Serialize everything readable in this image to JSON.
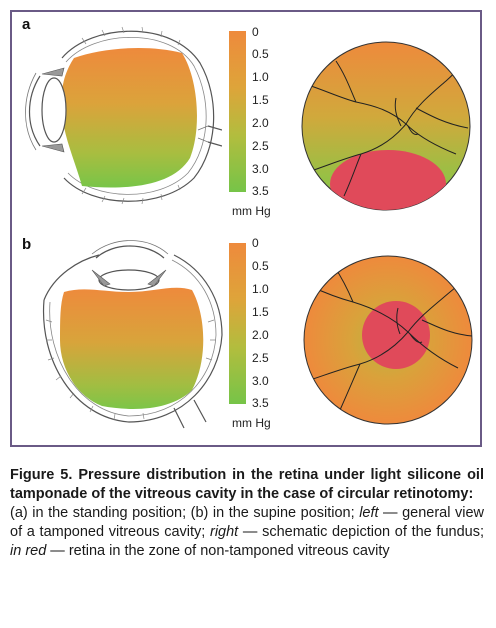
{
  "figure": {
    "panels": [
      {
        "letter": "a",
        "scale_ticks": [
          "0",
          "0.5",
          "1.0",
          "1.5",
          "2.0",
          "2.5",
          "3.0",
          "3.5"
        ],
        "unit": "mm Hg"
      },
      {
        "letter": "b",
        "scale_ticks": [
          "0",
          "0.5",
          "1.0",
          "1.5",
          "2.0",
          "2.5",
          "3.0",
          "3.5"
        ],
        "unit": "mm Hg"
      }
    ],
    "colors": {
      "high_pressure": "#ee8a3c",
      "low_pressure": "#76c448",
      "non_tamponed_zone": "#e04a5a",
      "frame": "#6a5a86"
    }
  },
  "caption": {
    "title": "Figure 5. Pressure distribution in the retina under light silicone oil tamponade of the vitreous cavity in the case of circular retinotomy:",
    "part1": "(a) in the standing position; (b) in the supine position; ",
    "left_word": "left",
    "part2": " — general view of a tamponed vitreous cavity; ",
    "right_word": "right",
    "part3": " — schematic depiction of the fundus; ",
    "red_word": "in red",
    "part4": " — retina in the zone of non-tamponed vitreous cavity"
  }
}
